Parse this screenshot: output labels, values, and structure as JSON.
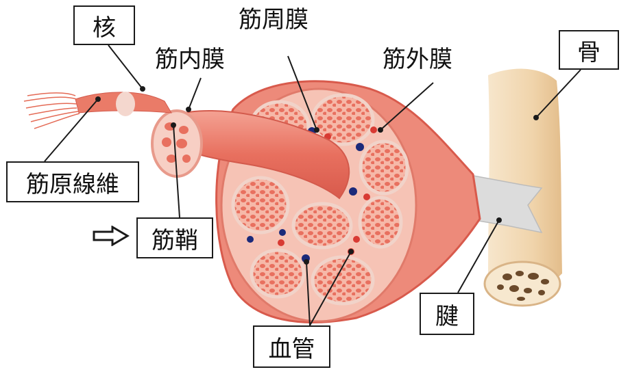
{
  "labels": {
    "nucleus": "核",
    "endomysium": "筋内膜",
    "perimysium": "筋周膜",
    "epimysium": "筋外膜",
    "bone": "骨",
    "myofibril": "筋原線維",
    "sarcolemma": "筋鞘",
    "tendon": "腱",
    "blood_vessel": "血管"
  },
  "icons": {
    "pointer": "arrow-right-outline-icon"
  },
  "colors": {
    "muscle_red": "#e8705f",
    "muscle_light": "#f6b8a8",
    "fascicle_pink": "#f3a595",
    "bone_tan": "#f2d9b5",
    "tendon_gray": "#d8d8d8",
    "vessel_blue": "#1b2a7a",
    "vessel_red": "#d83a33",
    "line": "#1a1a1a"
  }
}
